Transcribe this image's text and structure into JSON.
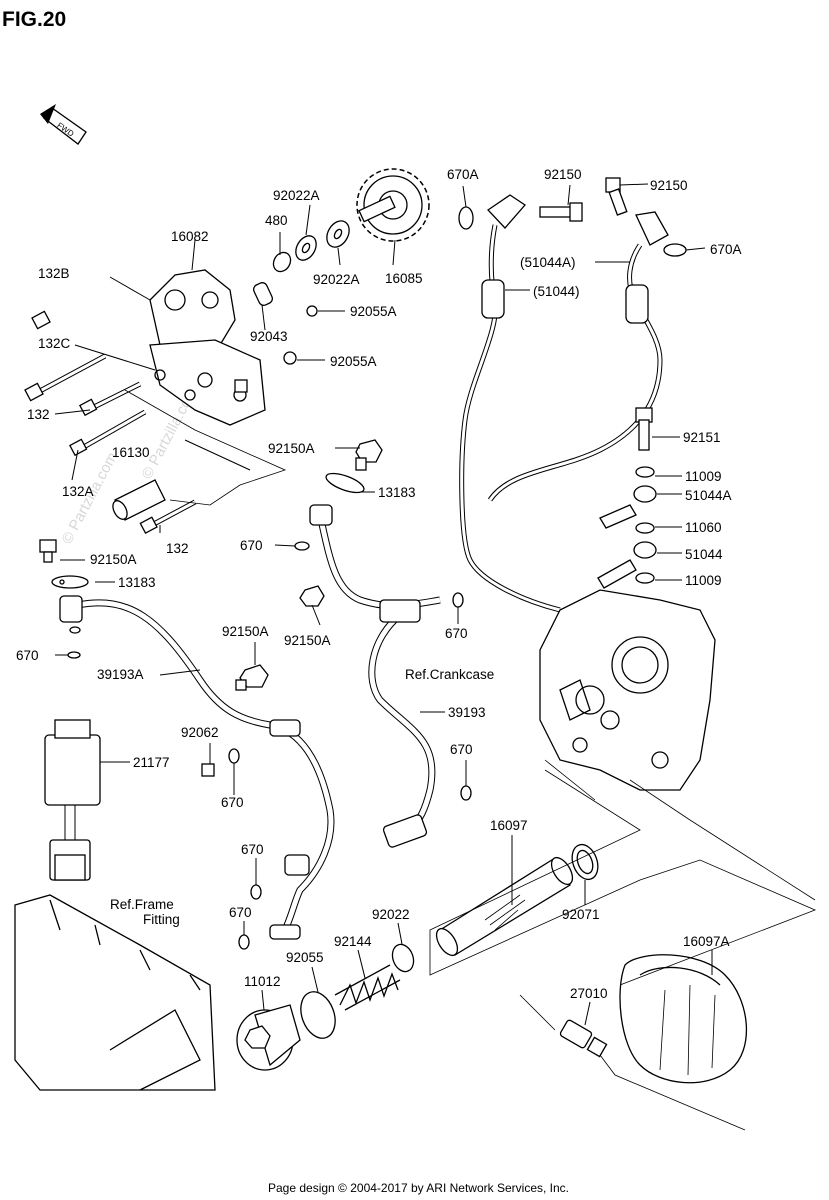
{
  "figure": {
    "title": "FIG.20",
    "fwd_label": "FWD"
  },
  "footer": "Page design © 2004-2017 by ARI Network Services, Inc.",
  "watermarks": [
    "© Partzilla.com",
    "© Partzilla.com"
  ],
  "refs": {
    "crankcase": "Ref.Crankcase",
    "frame_line1": "Ref.Frame",
    "frame_line2": "Fitting"
  },
  "callouts": {
    "c16082": "16082",
    "c480": "480",
    "c92022A_top": "92022A",
    "c92022A_bottom": "92022A",
    "c16085": "16085",
    "c92043": "92043",
    "c92055A_1": "92055A",
    "c92055A_2": "92055A",
    "c132B": "132B",
    "c132C": "132C",
    "c132_1": "132",
    "c16130": "16130",
    "c132A": "132A",
    "c132_2": "132",
    "c92150A_1": "92150A",
    "c13183_1": "13183",
    "c670_1": "670",
    "c39193A": "39193A",
    "c92150A_2": "92150A",
    "c13183_2": "13183",
    "c670_2": "670",
    "c92150A_3": "92150A",
    "c92150A_4": "92150A",
    "c670_3": "670",
    "c670A_1": "670A",
    "c92150_1": "92150",
    "c92150_2": "92150",
    "c670A_2": "670A",
    "c51044A_1": "(51044A)",
    "c51044_1": "(51044)",
    "c92151": "92151",
    "c11009_1": "11009",
    "c51044A_2": "51044A",
    "c11060": "11060",
    "c51044_2": "51044",
    "c11009_2": "11009",
    "c39193": "39193",
    "c670_4": "670",
    "c21177": "21177",
    "c92062": "92062",
    "c670_5": "670",
    "c670_6": "670",
    "c670_7": "670",
    "c16097": "16097",
    "c92022": "92022",
    "c92071": "92071",
    "c92144": "92144",
    "c92055": "92055",
    "c11012": "11012",
    "c16097A": "16097A",
    "c27010": "27010"
  }
}
